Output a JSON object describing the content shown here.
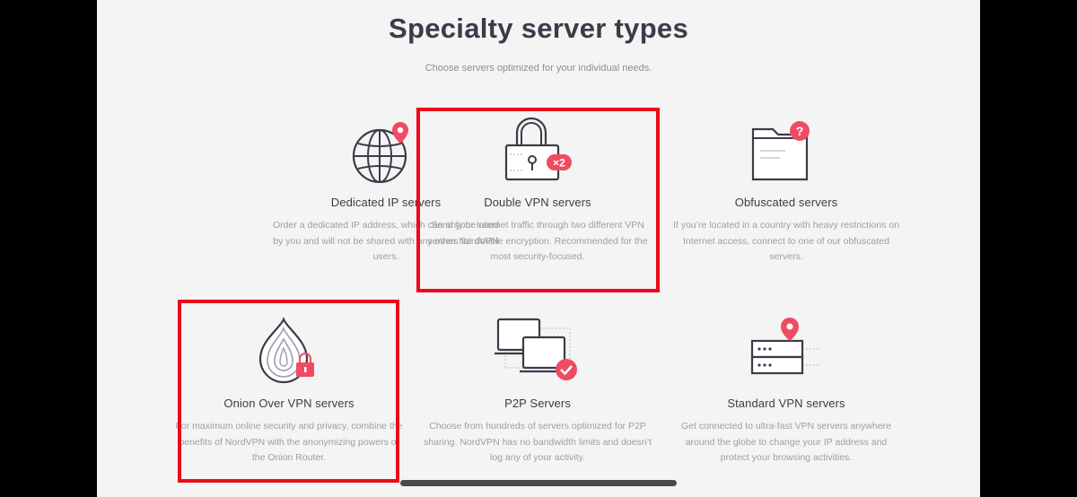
{
  "page": {
    "title": "Specialty server types",
    "subtitle": "Choose servers optimized for your individual needs."
  },
  "colors": {
    "accent": "#ef4c63",
    "highlight": "#ea0a1a",
    "icon_stroke": "#3a3d47",
    "background": "#f4f4f4"
  },
  "cards": [
    {
      "title": "Dedicated IP servers",
      "description": "Order a dedicated IP address, which can only be used by you and will not be shared with any other NordVPN users.",
      "icon": "globe-pin-icon",
      "highlighted": false
    },
    {
      "title": "Double VPN servers",
      "description": "Send your Internet traffic through two different VPN servers for double encryption. Recommended for the most security-focused.",
      "icon": "padlock-x2-icon",
      "badge": "×2",
      "highlighted": true
    },
    {
      "title": "Obfuscated servers",
      "description": "If you’re located in a country with heavy restrictions on Internet access, connect to one of our obfuscated servers.",
      "icon": "folder-question-icon",
      "badge": "?",
      "highlighted": false
    },
    {
      "title": "Onion Over VPN servers",
      "description": "For maximum online security and privacy, combine the benefits of NordVPN with the anonymizing powers of the Onion Router.",
      "icon": "onion-lock-icon",
      "highlighted": true
    },
    {
      "title": "P2P Servers",
      "description": "Choose from hundreds of servers optimized for P2P sharing. NordVPN has no bandwidth limits and doesn’t log any of your activity.",
      "icon": "devices-check-icon",
      "highlighted": false
    },
    {
      "title": "Standard VPN servers",
      "description": "Get connected to ultra-fast VPN servers anywhere around the globe to change your IP address and protect your browsing activities.",
      "icon": "server-pin-icon",
      "highlighted": false
    }
  ]
}
